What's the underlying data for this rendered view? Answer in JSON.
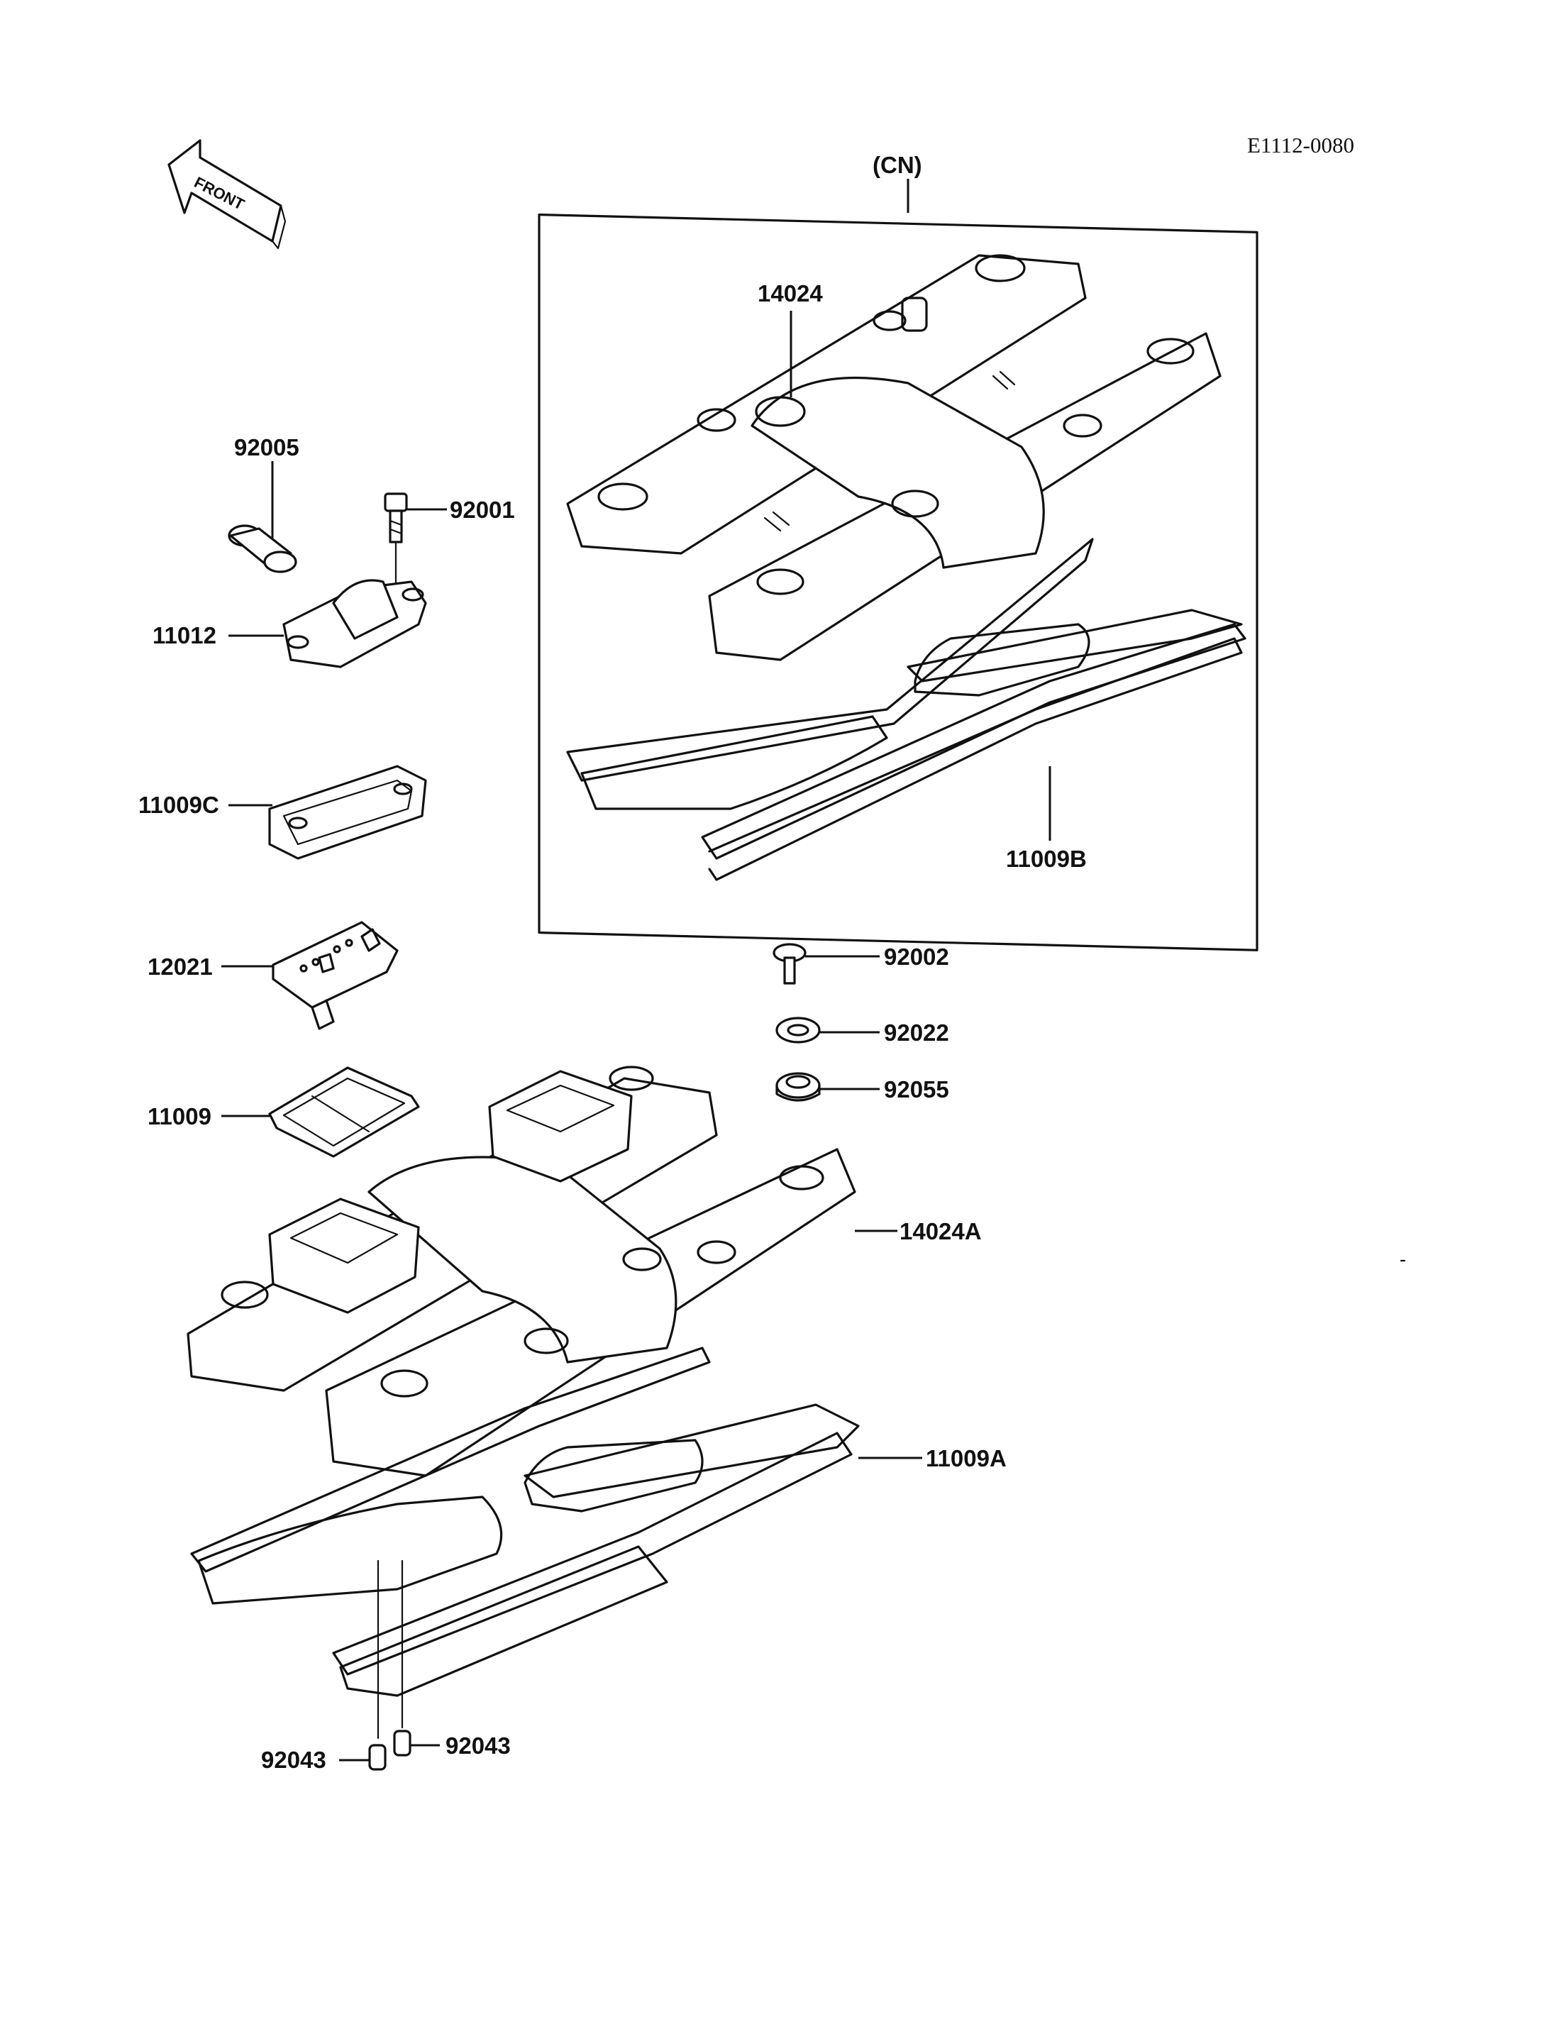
{
  "reference_code": "E1112-0080",
  "front_label": "FRONT",
  "group_label": "(CN)",
  "parts": {
    "p14024": "14024",
    "p92005": "92005",
    "p92001": "92001",
    "p11012": "11012",
    "p11009C": "11009C",
    "p11009B": "11009B",
    "p12021": "12021",
    "p92002": "92002",
    "p92022": "92022",
    "p92055": "92055",
    "p11009": "11009",
    "p14024A": "14024A",
    "p11009A": "11009A",
    "p92043_left": "92043",
    "p92043_right": "92043"
  }
}
